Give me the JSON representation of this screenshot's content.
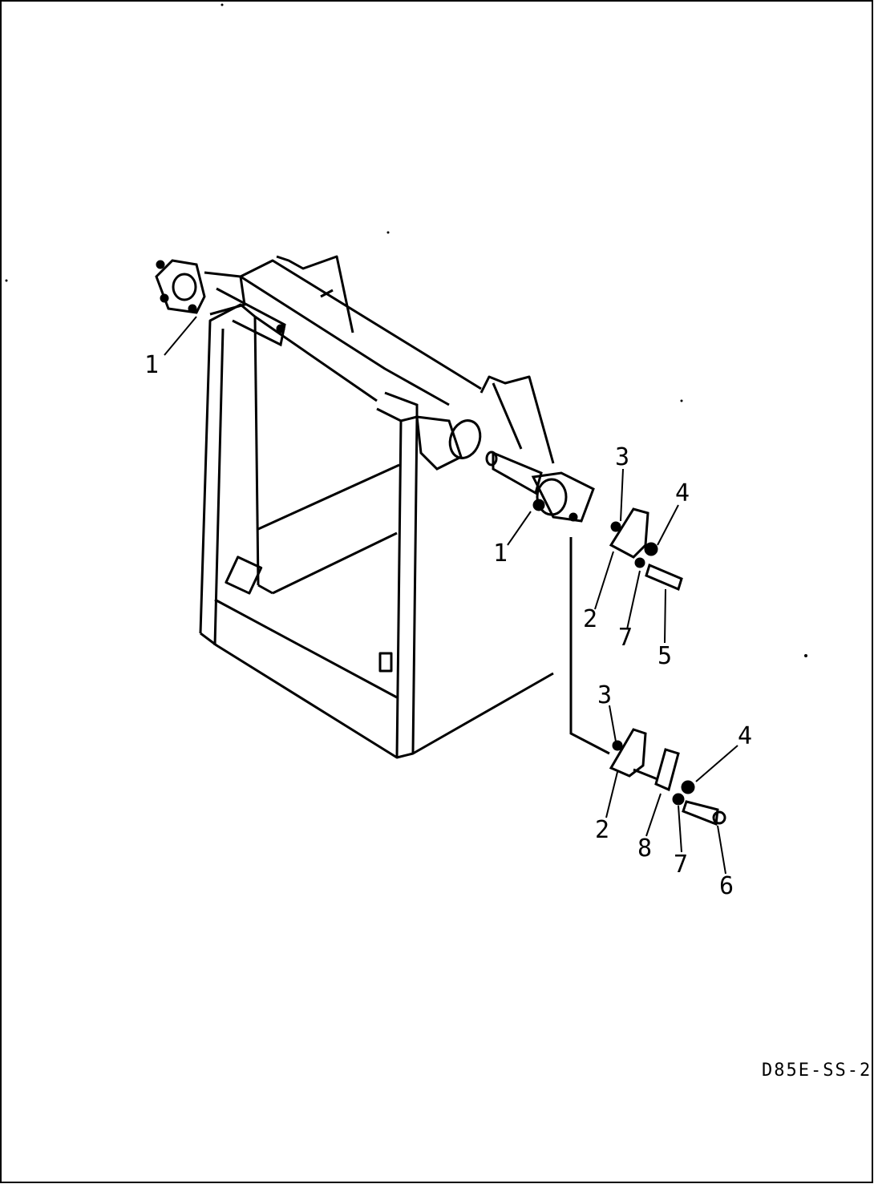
{
  "drawing_code": "D85E-SS-2",
  "callouts": {
    "c1a": "1",
    "c1b": "1",
    "c3a": "3",
    "c4a": "4",
    "c2a": "2",
    "c7a": "7",
    "c5a": "5",
    "c3b": "3",
    "c4b": "4",
    "c2b": "2",
    "c8b": "8",
    "c7b": "7",
    "c6b": "6"
  },
  "colors": {
    "line": "#000000",
    "background": "#ffffff"
  }
}
